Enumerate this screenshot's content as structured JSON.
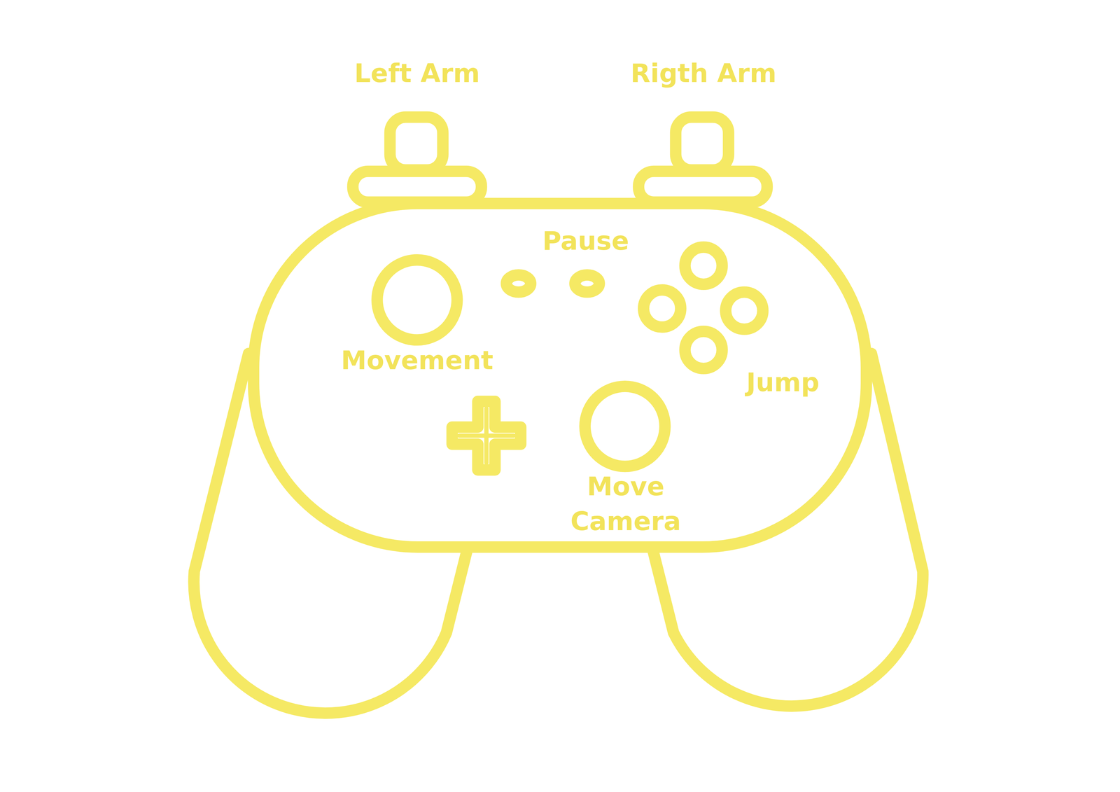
{
  "diagram": {
    "labels": [
      "Left Arm",
      "Rigth Arm",
      "Pause",
      "Movement",
      "Jump",
      "Move Camera"
    ]
  }
}
